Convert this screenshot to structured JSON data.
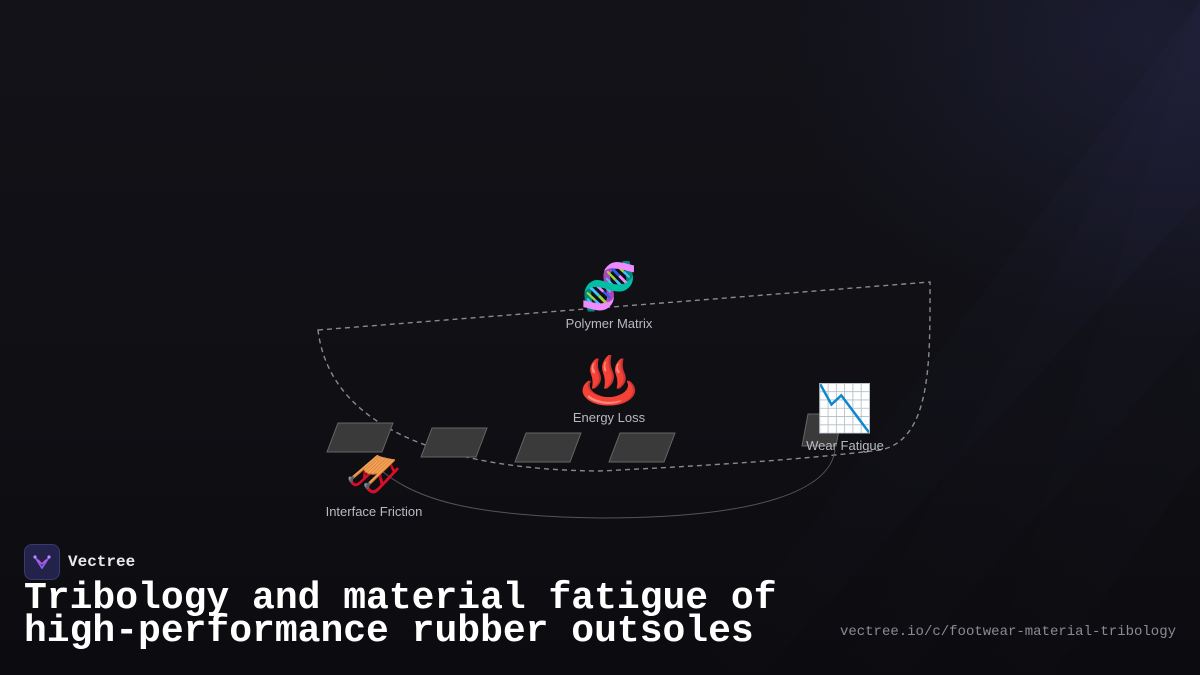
{
  "diagram": {
    "nodes": {
      "polymer": {
        "emoji": "🧬",
        "label": "Polymer Matrix"
      },
      "energy": {
        "emoji": "♨️",
        "label": "Energy Loss"
      },
      "wear": {
        "emoji": "📉",
        "label": "Wear Fatigue"
      },
      "friction": {
        "emoji": "🛷",
        "label": "Interface Friction"
      }
    }
  },
  "footer": {
    "brand_name": "Vectree",
    "title_line1": "Tribology and material fatigue of",
    "title_line2": "high-performance rubber outsoles",
    "url": "vectree.io/c/footwear-material-tribology"
  },
  "colors": {
    "background": "#111116",
    "accent": "#8e5cf0",
    "label": "#b9b9c2",
    "dashed_path": "#8a8a8a"
  }
}
